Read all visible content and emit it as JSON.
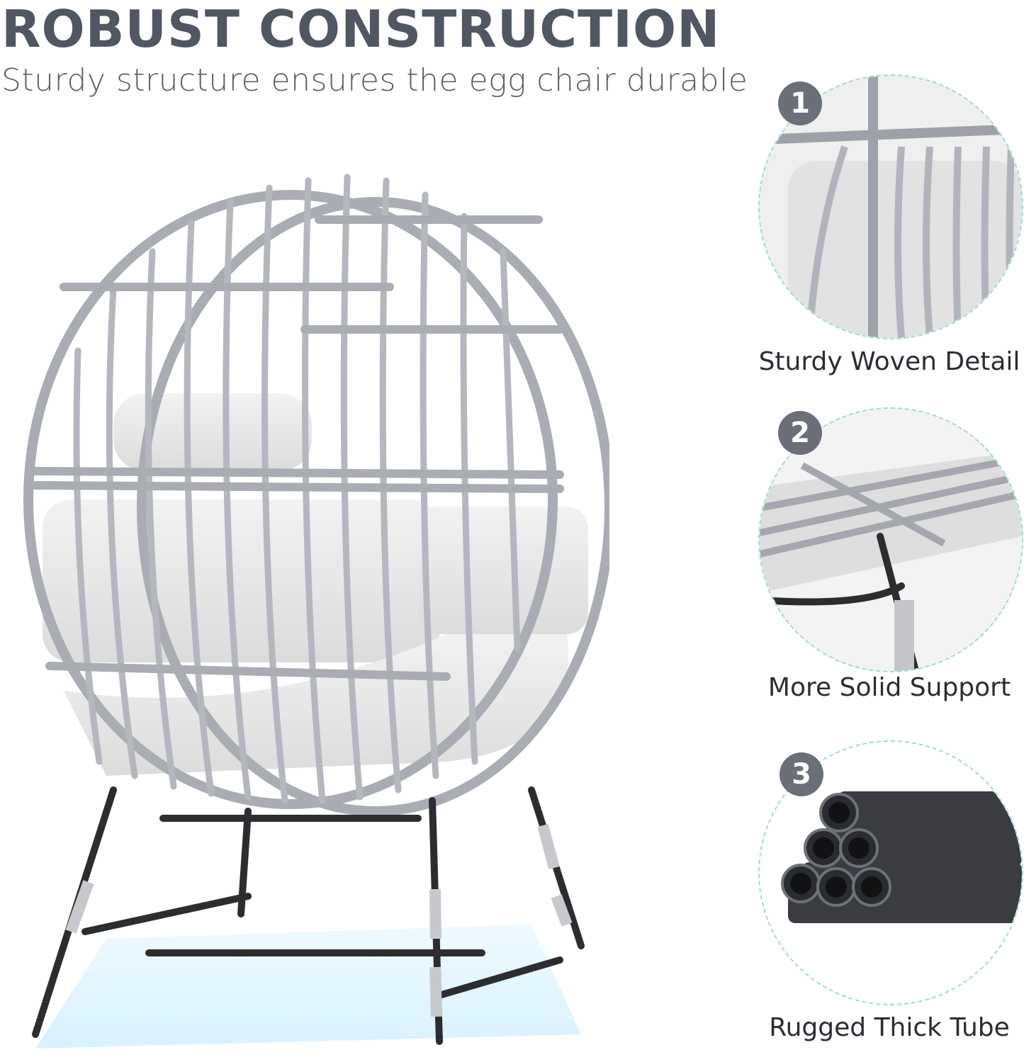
{
  "header": {
    "title": "ROBUST CONSTRUCTION",
    "subtitle": "Sturdy structure ensures the egg chair durable"
  },
  "features": [
    {
      "number": "1",
      "label": "Sturdy Woven Detail"
    },
    {
      "number": "2",
      "label": "More Solid Support"
    },
    {
      "number": "3",
      "label": "Rugged Thick Tube"
    }
  ],
  "colors": {
    "title": "#505762",
    "wicker": "#a9acb2",
    "cushion": "#e6e6e6",
    "metal": "#2b2d31",
    "badge": "#6a6f78",
    "accent_dashed": "#9fd9d6"
  }
}
